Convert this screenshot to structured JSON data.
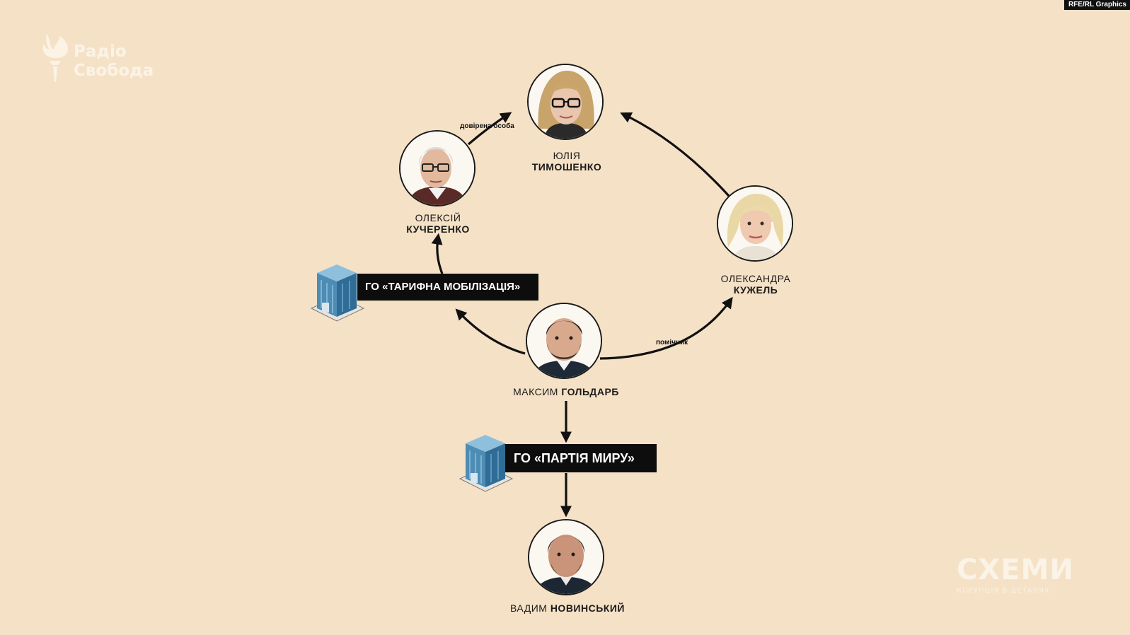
{
  "credit": "RFE/RL Graphics",
  "brand_radio": {
    "line1": "Радіо",
    "line2": "Свобода"
  },
  "brand_schemy": {
    "title": "СХЕМИ",
    "subtitle": "КОРУПЦІЯ В ДЕТАЛЯХ"
  },
  "people": {
    "tymoshenko": {
      "first": "ЮЛІЯ",
      "last": "ТИМОШЕНКО"
    },
    "kucherenko": {
      "first": "ОЛЕКСІЙ",
      "last": "КУЧЕРЕНКО"
    },
    "kuzhel": {
      "first": "ОЛЕКСАНДРА",
      "last": "КУЖЕЛЬ"
    },
    "goldarb": {
      "first": "МАКСИМ",
      "last": "ГОЛЬДАРБ"
    },
    "novinsky": {
      "first": "ВАДИМ",
      "last": "НОВИНСЬКИЙ"
    }
  },
  "organizations": {
    "tarifna": "ГО «ТАРИФНА МОБІЛІЗАЦІЯ»",
    "partiya_myru": "ГО «ПАРТІЯ МИРУ»"
  },
  "edges": {
    "kucherenko_to_tymoshenko": "довірена особа",
    "goldarb_to_kuzhel": "помічник"
  },
  "colors": {
    "background": "#f5e1c6",
    "arrow": "#111111",
    "label_bg": "#0d0d0d",
    "building": "#3f7fa8"
  }
}
